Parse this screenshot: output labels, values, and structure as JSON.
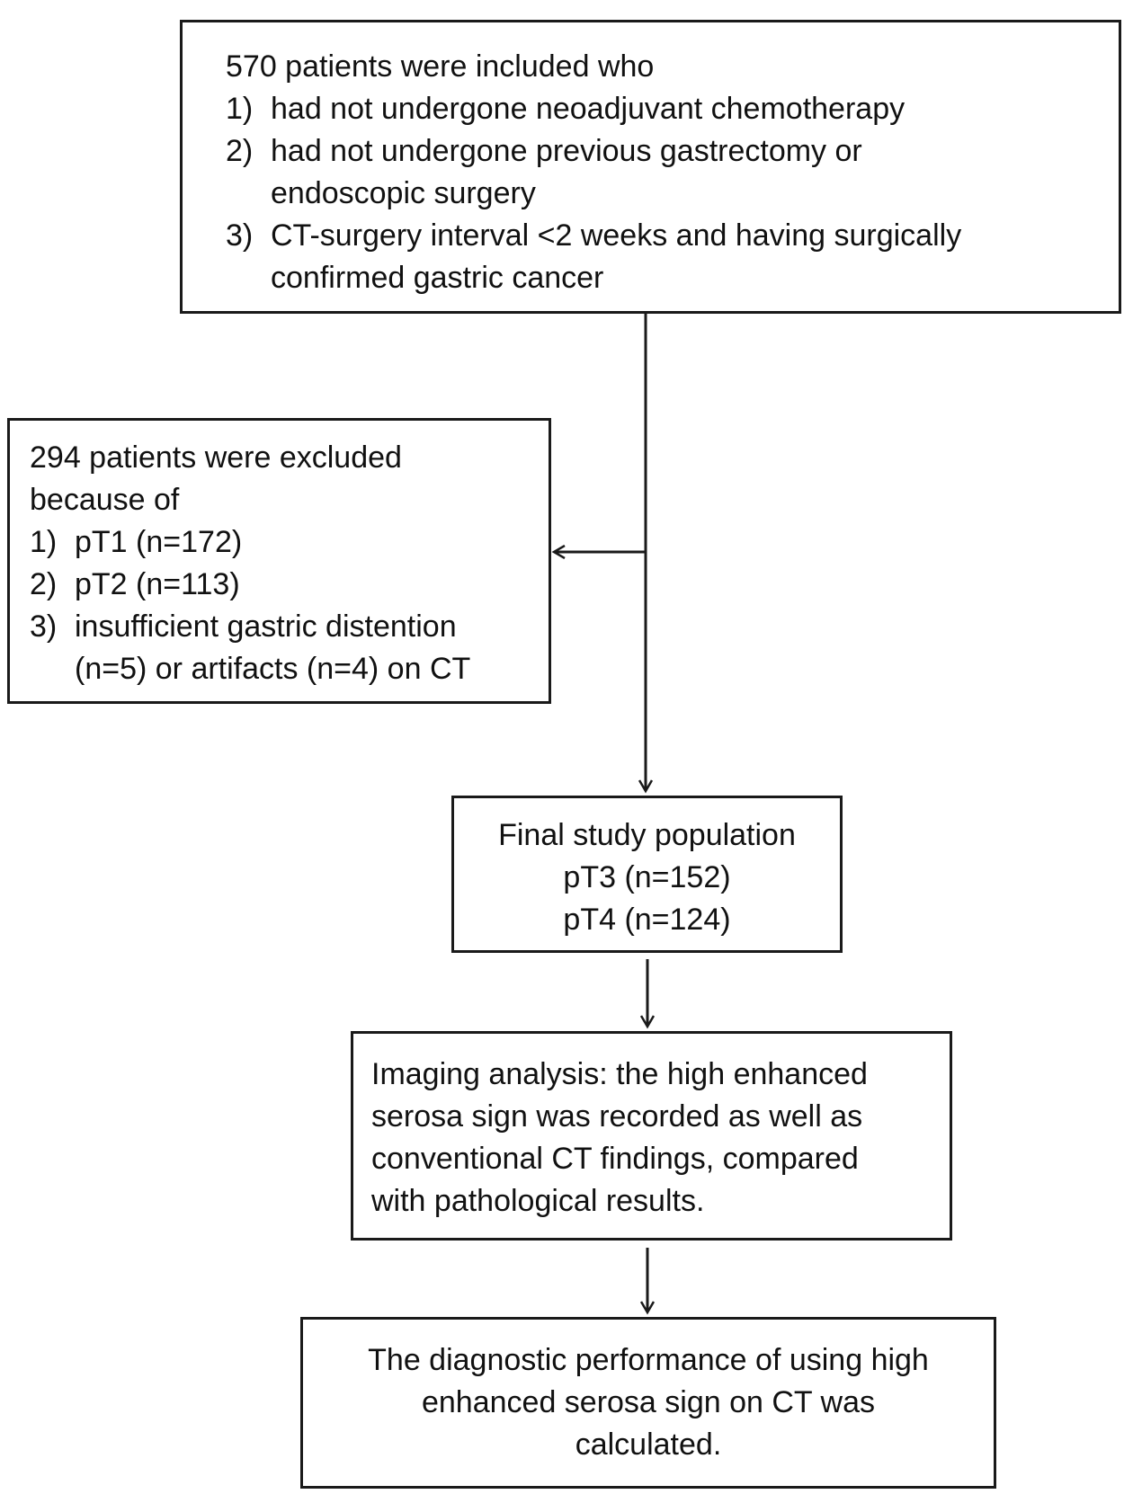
{
  "inclusion": {
    "heading": "570 patients were included who",
    "items": [
      {
        "num": "1)",
        "lines": [
          "had not undergone neoadjuvant chemotherapy"
        ]
      },
      {
        "num": "2)",
        "lines": [
          "had not undergone previous gastrectomy or",
          "endoscopic surgery"
        ]
      },
      {
        "num": "3)",
        "lines": [
          "CT-surgery interval <2 weeks and having surgically",
          "confirmed gastric cancer"
        ]
      }
    ]
  },
  "excluded": {
    "heading_lines": [
      "294 patients were excluded",
      "because of"
    ],
    "items": [
      {
        "num": "1)",
        "lines": [
          "pT1 (n=172)"
        ]
      },
      {
        "num": "2)",
        "lines": [
          "pT2 (n=113)"
        ]
      },
      {
        "num": "3)",
        "lines": [
          "insufficient gastric distention",
          "(n=5) or artifacts (n=4) on CT"
        ]
      }
    ]
  },
  "final": {
    "lines": [
      "Final study population",
      "pT3 (n=152)",
      "pT4 (n=124)"
    ]
  },
  "imaging": {
    "lines": [
      "Imaging analysis: the high enhanced",
      "serosa sign was recorded as well as",
      "conventional CT findings, compared",
      "with pathological results."
    ]
  },
  "result": {
    "lines": [
      "The diagnostic performance of using high",
      "enhanced serosa sign on CT was",
      "calculated."
    ]
  }
}
